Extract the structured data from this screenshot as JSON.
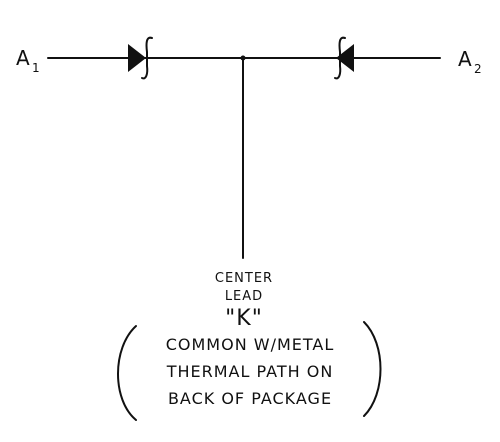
{
  "diagram": {
    "terminals": {
      "left": {
        "label_main": "A",
        "label_sub": "1"
      },
      "right": {
        "label_main": "A",
        "label_sub": "2"
      }
    },
    "center_lead": {
      "line1": "CENTER",
      "line2": "LEAD",
      "line3": "\"K\""
    },
    "note": {
      "line1": "COMMON  W/METAL",
      "line2": "THERMAL  PATH ON",
      "line3": "BACK  OF  PACKAGE"
    },
    "colors": {
      "ink": "#111111",
      "paper": "#ffffff"
    }
  }
}
